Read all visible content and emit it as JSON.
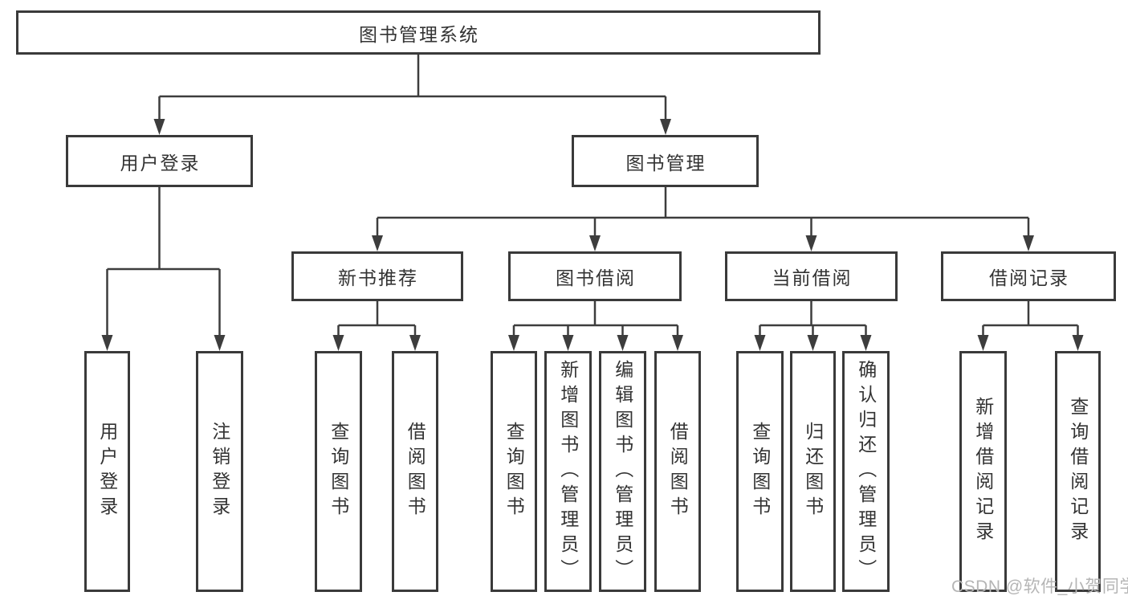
{
  "diagram": {
    "root": {
      "label": "图书管理系统"
    },
    "branches": [
      {
        "label": "用户登录",
        "children": [
          {
            "label": "用户登录"
          },
          {
            "label": "注销登录"
          }
        ]
      },
      {
        "label": "图书管理",
        "children": [
          {
            "label": "新书推荐",
            "children": [
              {
                "label": "查询图书"
              },
              {
                "label": "借阅图书"
              }
            ]
          },
          {
            "label": "图书借阅",
            "children": [
              {
                "label": "查询图书"
              },
              {
                "label": "新增图书（管理员）"
              },
              {
                "label": "编辑图书（管理员）"
              },
              {
                "label": "借阅图书"
              }
            ]
          },
          {
            "label": "当前借阅",
            "children": [
              {
                "label": "查询图书"
              },
              {
                "label": "归还图书"
              },
              {
                "label": "确认归还（管理员）"
              }
            ]
          },
          {
            "label": "借阅记录",
            "children": [
              {
                "label": "新增借阅记录"
              },
              {
                "label": "查询借阅记录"
              }
            ]
          }
        ]
      }
    ]
  },
  "watermark": {
    "text": "CSDN @软件_小贺同学"
  },
  "colors": {
    "border": "#3a3a3a",
    "line": "#3d3d3d",
    "text": "#333333",
    "background": "#ffffff",
    "watermark": "#b5b5b5"
  }
}
